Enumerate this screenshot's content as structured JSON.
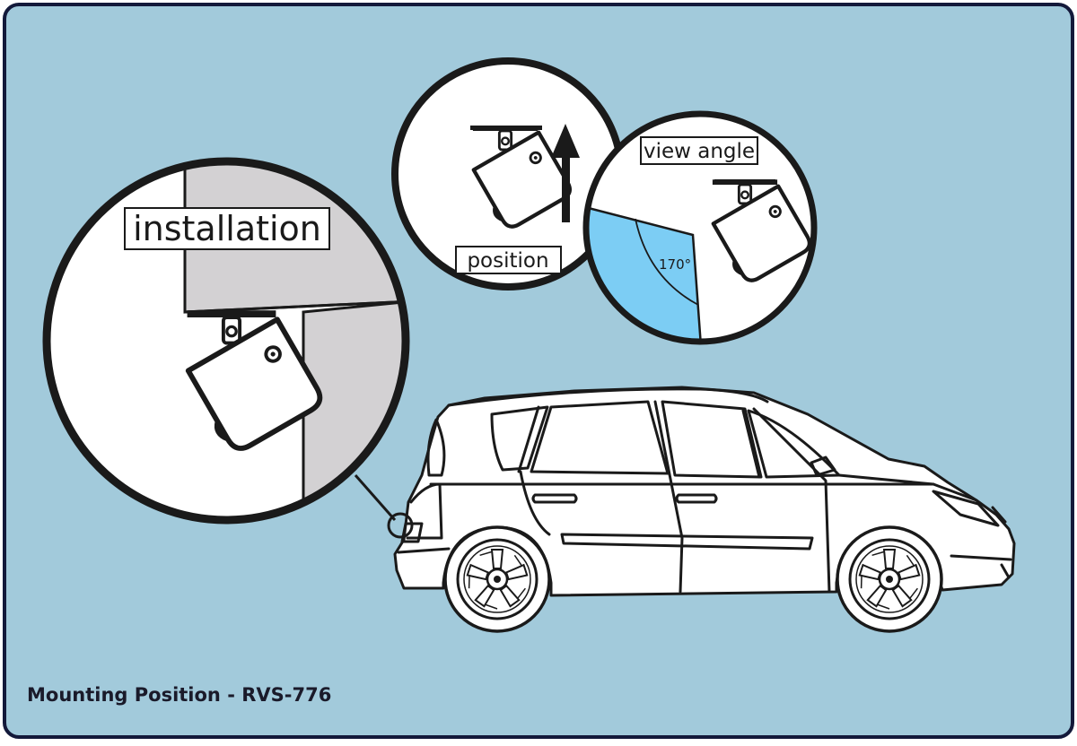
{
  "labels": {
    "installation": "installation",
    "position": "position",
    "view_angle": "view angle",
    "angle_value": "170°"
  },
  "caption": "Mounting Position - RVS-776",
  "colors": {
    "background": "#a2cadb",
    "frame": "#13193a",
    "ink": "#1a1a1a",
    "wall": "#d3d1d3",
    "view_cone": "#7ccdf4",
    "white": "#ffffff"
  }
}
